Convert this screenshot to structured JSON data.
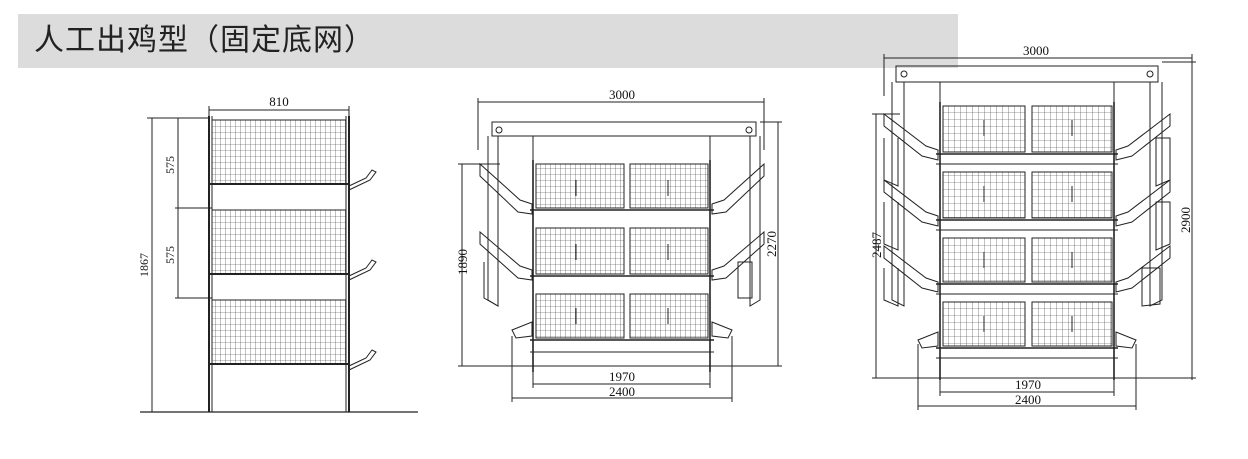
{
  "title": "人工出鸡型（固定底网）",
  "side_view": {
    "width_label": "810",
    "tier_height_1": "575",
    "tier_height_2": "575",
    "total_height": "1867"
  },
  "front_view_3tier": {
    "top_width": "3000",
    "left_height": "1890",
    "right_height": "2270",
    "inner_width": "1970",
    "outer_width": "2400"
  },
  "front_view_4tier": {
    "top_width": "3000",
    "left_height": "2487",
    "right_height": "2900",
    "inner_width": "1970",
    "outer_width": "2400"
  },
  "colors": {
    "band": "#dcdcdc",
    "line": "#222222"
  }
}
